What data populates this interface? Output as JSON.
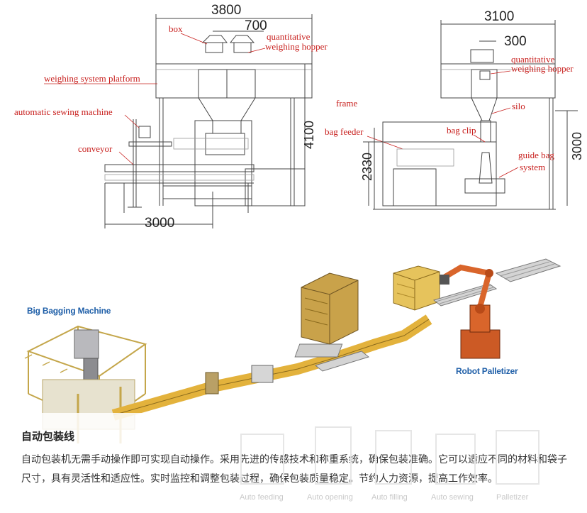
{
  "drawing_left": {
    "dim_width": "3800",
    "dim_top": "700",
    "dim_bottom": "3000",
    "dim_height": "4100",
    "labels": {
      "box": "box",
      "quant_hopper_1": "quantitative",
      "quant_hopper_2": "weighing hopper",
      "platform": "weighing system platform",
      "sewing": "automatic sewing machine",
      "conveyor": "conveyor",
      "frame": "frame",
      "bag_feeder": "bag feeder"
    }
  },
  "drawing_right": {
    "dim_width": "3100",
    "dim_top": "300",
    "dim_left": "2330",
    "dim_right": "3000",
    "labels": {
      "quant_hopper_1": "quantitative",
      "quant_hopper_2": "weighing hopper",
      "silo": "silo",
      "bag_clip": "bag clip",
      "guide_1": "guide bag",
      "guide_2": "system"
    }
  },
  "illustration": {
    "big_bagging": "Big Bagging Machine",
    "robot_palletizer": "Robot Palletizer"
  },
  "info": {
    "title": "自动包装线",
    "body": "自动包装机无需手动操作即可实现自动操作。采用先进的传感技术和称重系统，确保包装准确。它可以适应不同的材料和袋子尺寸，具有灵活性和适应性。实时监控和调整包装过程，确保包装质量稳定。节约人力资源，提高工作效率。",
    "faded_steps": [
      "Auto feeding",
      "Auto opening",
      "Auto filling",
      "Auto sewing",
      "Palletizer"
    ]
  },
  "colors": {
    "label_red": "#c8201e",
    "machine_yellow": "#e3b23c",
    "robot_orange": "#d9652b",
    "label_blue": "#1f5fa8"
  }
}
